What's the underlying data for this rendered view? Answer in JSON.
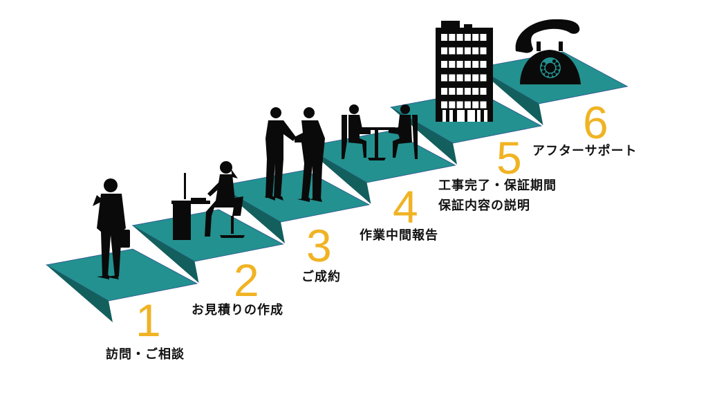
{
  "colors": {
    "step_top": "#23918f",
    "step_front": "#135f5d",
    "step_edge": "#2f4f8f",
    "number": "#f0b323",
    "silhouette": "#0a0a0a"
  },
  "steps": [
    {
      "number": "1",
      "label": "訪問・ご相談",
      "icon": "businessman-on-phone-icon"
    },
    {
      "number": "2",
      "label": "お見積りの作成",
      "icon": "woman-at-desk-icon"
    },
    {
      "number": "3",
      "label": "ご成約",
      "icon": "handshake-icon"
    },
    {
      "number": "4",
      "label": "作業中間報告",
      "icon": "meeting-at-table-icon"
    },
    {
      "number": "5",
      "label_line1": "工事完了・保証期間",
      "label_line2": "保証内容の説明",
      "icon": "office-building-icon"
    },
    {
      "number": "6",
      "label": "アフターサポート",
      "icon": "rotary-telephone-icon"
    }
  ]
}
